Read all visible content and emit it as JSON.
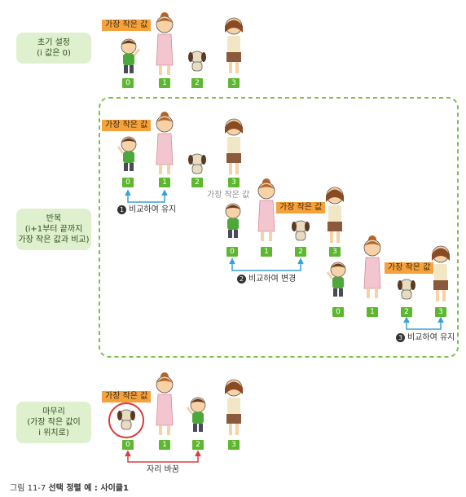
{
  "stages": {
    "initial": {
      "label": "초기 설정\n(i 값은 0)"
    },
    "repeat": {
      "label": "반복\n(i+1부터 끝까지\n가장 작은 값과 비교)"
    },
    "final": {
      "label": "마무리\n(가장 작은 값이\ni 위치로)"
    }
  },
  "smallest_tag": "가장 작은 값",
  "indices": [
    "0",
    "1",
    "2",
    "3"
  ],
  "steps": [
    {
      "num": "1",
      "text": "비교하여 유지"
    },
    {
      "num": "2",
      "text": "비교하여 변경"
    },
    {
      "num": "3",
      "text": "비교하여 유지"
    }
  ],
  "swap_label": "자리 바꿈",
  "caption": {
    "prefix": "그림 11-7",
    "title": "선택 정렬 예 : 사이클1"
  },
  "colors": {
    "index_box": "#5db72f",
    "tag": "#f6a23c",
    "frame": "#7cc14a",
    "arrow": "#3aa0d8",
    "swap_arrow": "#d64040",
    "stage_box": "#dff0cf"
  },
  "icons": [
    "boy-icon",
    "girl-icon",
    "dog-icon",
    "woman-icon"
  ]
}
